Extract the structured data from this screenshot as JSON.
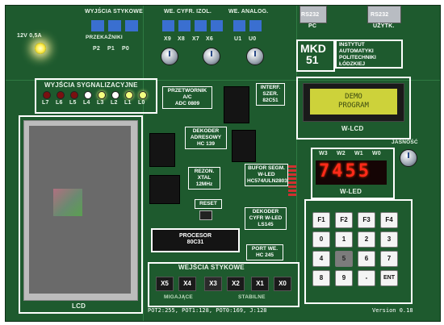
{
  "header": {
    "wyjscia_stykowe": "WYJŚCIA STYKOWE",
    "przekazniki": "PRZEKAŹNIKI",
    "relays": [
      "P2",
      "P1",
      "P0"
    ],
    "we_cyfr_izol": "WE. CYFR. IZOL.",
    "digital_inputs": [
      "X9",
      "X8",
      "X7",
      "X6"
    ],
    "we_analog": "WE. ANALOG.",
    "analog_inputs": [
      "U1",
      "U0"
    ],
    "power": "12V  0,5A",
    "rs232_pc": [
      "RS232",
      "PC"
    ],
    "rs232_user": [
      "RS232",
      "UŻYTK."
    ]
  },
  "logo": {
    "model": [
      "MKD",
      "51"
    ],
    "institute": [
      "INSTYTUT",
      "AUTOMATYKI",
      "POLITECHNIKI",
      "ŁÓDZKIEJ"
    ]
  },
  "signal_leds": {
    "title": "WYJŚCIA SYGNALIZACYJNE",
    "labels": [
      "L7",
      "L6",
      "L5",
      "L4",
      "L3",
      "L2",
      "L1",
      "L0"
    ]
  },
  "chips": {
    "adc": [
      "PRZETWORNIK",
      "A/C",
      "ADC 0809"
    ],
    "serial": [
      "INTERF.",
      "SZER.",
      "82C51"
    ],
    "decoder": [
      "DEKODER",
      "ADRESOWY",
      "HC 139"
    ],
    "buffer": [
      "BUFOR SEGM.",
      "W-LED",
      "HC574/ULN2803"
    ],
    "rezon": [
      "REZON.",
      "XTAL",
      "12MHz"
    ],
    "dekoder_led": [
      "DEKODER",
      "CYFR W-LED",
      "LS145"
    ],
    "port_we": [
      "PORT WE.",
      "HC 245"
    ],
    "cpu": [
      "PROCESOR",
      "80C31"
    ],
    "reset": [
      "RESET"
    ]
  },
  "lcd_panel": {
    "label": "LCD"
  },
  "wlcd": {
    "label": "W-LCD",
    "lines": [
      "DEMO",
      "PROGRAM"
    ]
  },
  "wled": {
    "label": "W-LED",
    "digit_labels": [
      "W3",
      "W2",
      "W1",
      "W0"
    ],
    "display": "7455",
    "jasnosc": "JASNOŚĆ"
  },
  "keypad": {
    "keys": [
      "F1",
      "F2",
      "F3",
      "F4",
      "0",
      "1",
      "2",
      "3",
      "4",
      "5",
      "6",
      "7",
      "8",
      "9",
      "-",
      "ENT"
    ]
  },
  "inputs_panel": {
    "title": "WEJŚCIA STYKOWE",
    "left_label": "MIGAJĄCE",
    "right_label": "STABILNE",
    "switches": [
      "X5",
      "X4",
      "X3",
      "X2",
      "X1",
      "X0"
    ]
  },
  "status": {
    "readout": "POT2:255, POT1:128, POT0:169, J:128",
    "version": "Version 0.18"
  }
}
